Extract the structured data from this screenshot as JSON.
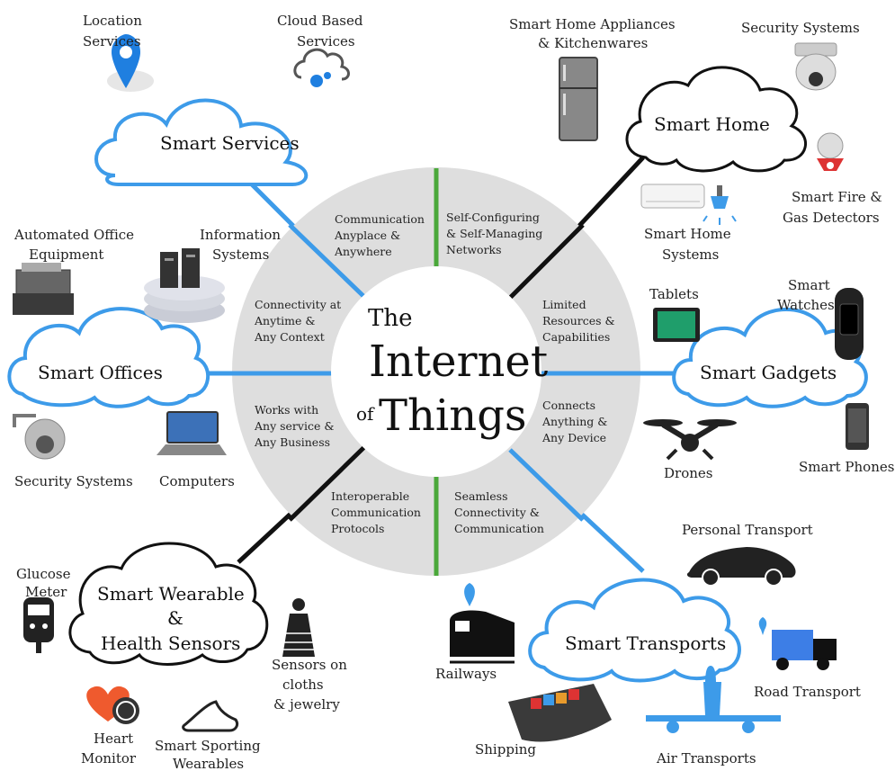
{
  "title": {
    "line1": "The",
    "line2": "Internet",
    "of": "of",
    "line3": "Things"
  },
  "features": {
    "communication": [
      "Communication",
      "Anyplace &",
      "Anywhere"
    ],
    "self_config": [
      "Self-Configuring",
      "& Self-Managing",
      "Networks"
    ],
    "limited": [
      "Limited",
      "Resources &",
      "Capabilities"
    ],
    "connects": [
      "Connects",
      "Anything &",
      "Any Device"
    ],
    "seamless": [
      "Seamless",
      "Connectivity &",
      "Communication"
    ],
    "interoperable": [
      "Interoperable",
      "Communication",
      "Protocols"
    ],
    "works": [
      "Works with",
      "Any service &",
      "Any Business"
    ],
    "connectivity": [
      "Connectivity at",
      "Anytime &",
      "Any Context"
    ]
  },
  "clouds": {
    "services": "Smart Services",
    "home": "Smart Home",
    "offices": "Smart Offices",
    "gadgets": "Smart Gadgets",
    "wearable": [
      "Smart Wearable",
      "&",
      "Health Sensors"
    ],
    "transports": "Smart Transports"
  },
  "items": {
    "location": [
      "Location",
      "Services"
    ],
    "cloud_based": [
      "Cloud Based",
      "Services"
    ],
    "appliances": [
      "Smart Home Appliances",
      "& Kitchenwares"
    ],
    "security_home": "Security Systems",
    "fire": [
      "Smart Fire &",
      "Gas Detectors"
    ],
    "home_systems": [
      "Smart Home",
      "Systems"
    ],
    "office_equipment": [
      "Automated Office",
      "Equipment"
    ],
    "info_systems": [
      "Information",
      "Systems"
    ],
    "security_office": "Security Systems",
    "computers": "Computers",
    "tablets": "Tablets",
    "watches": [
      "Smart",
      "Watches"
    ],
    "drones": "Drones",
    "phones": "Smart Phones",
    "glucose": [
      "Glucose",
      "Meter"
    ],
    "sensors_cloth": [
      "Sensors on",
      "cloths",
      "& jewelry"
    ],
    "heart": [
      "Heart",
      "Monitor"
    ],
    "sporting": [
      "Smart Sporting",
      "Wearables"
    ],
    "personal_transport": "Personal Transport",
    "railways": "Railways",
    "road_transport": "Road Transport",
    "shipping": "Shipping",
    "air": "Air Transports"
  },
  "colors": {
    "blue": "#3d9be9",
    "black": "#111111",
    "green": "#4aa83a",
    "circle": "#dedede",
    "cloud_blue": "#3d9be9"
  }
}
